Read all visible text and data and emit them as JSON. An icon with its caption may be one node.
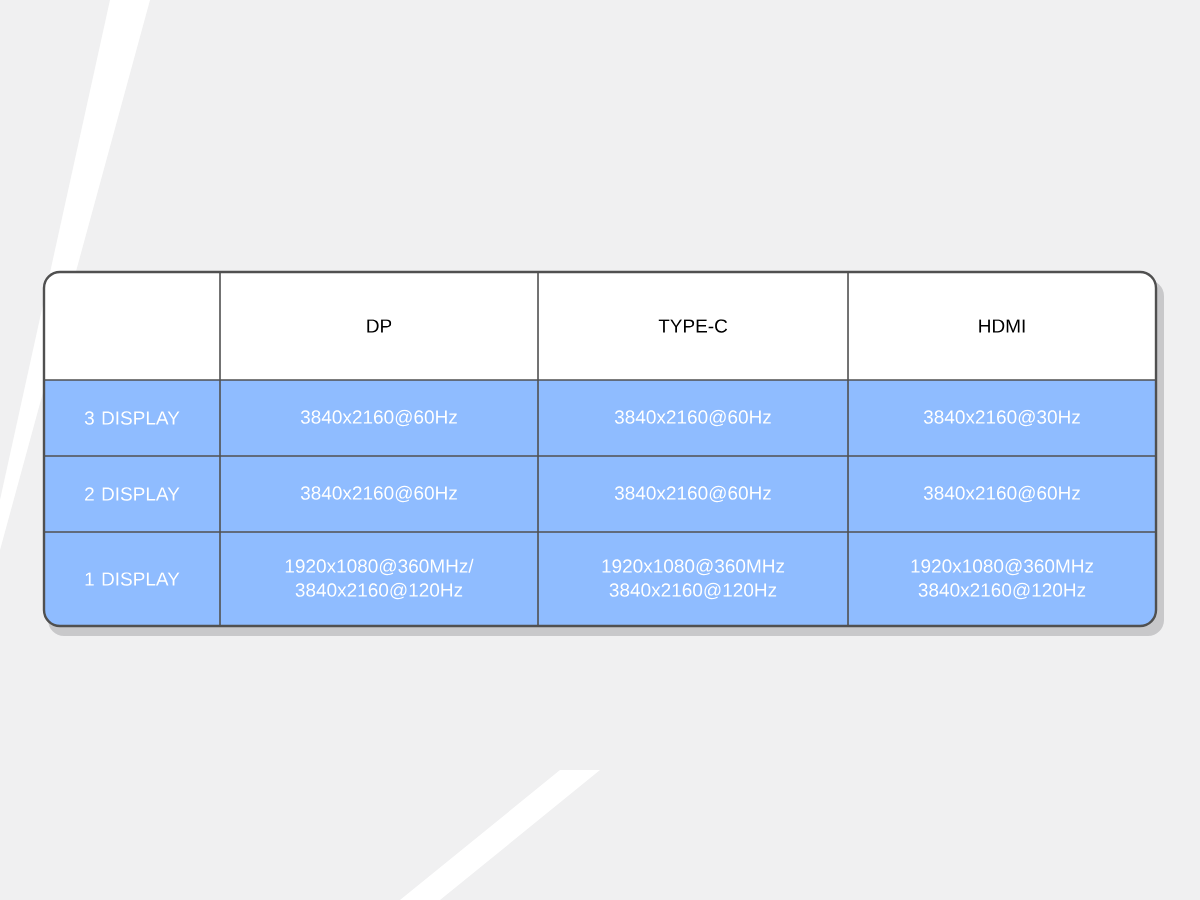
{
  "diagram": {
    "labels": [
      "DP",
      "TYPE-C",
      "HDMI",
      "3 DISPLAY",
      "3840x2160@60Hz",
      "3840x2160@60Hz",
      "3840x2160@30Hz",
      "2 DISPLAY",
      "3840x2160@60Hz",
      "3840x2160@60Hz",
      "3840x2160@60Hz",
      "1 DISPLAY",
      "1920x1080@360MHz/ 3840x2160@120Hz",
      "1920x1080@360MHz 3840x2160@120Hz",
      "1920x1080@360MHz 3840x2160@120Hz"
    ]
  }
}
